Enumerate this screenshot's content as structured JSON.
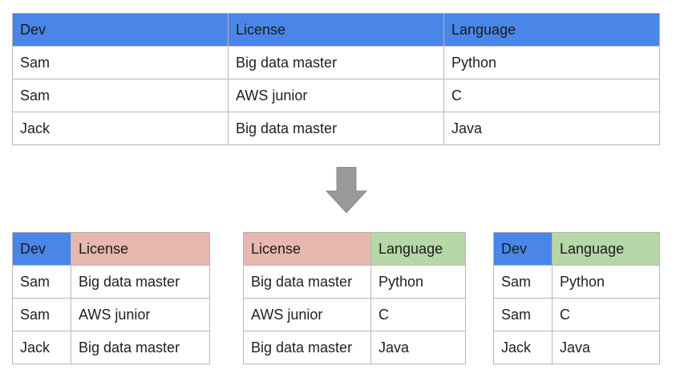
{
  "colors": {
    "header_blue": "#4a86e8",
    "header_red": "#e6b8af",
    "header_green": "#b6d7a8",
    "arrow_gray": "#999999",
    "grid": "#b7b7b7"
  },
  "arrow": {
    "icon": "down-arrow-icon"
  },
  "main_table": {
    "headers": [
      "Dev",
      "License",
      "Language"
    ],
    "rows": [
      [
        "Sam",
        "Big data master",
        "Python"
      ],
      [
        "Sam",
        "AWS junior",
        "C"
      ],
      [
        "Jack",
        "Big data master",
        "Java"
      ]
    ]
  },
  "dev_license_table": {
    "headers": [
      "Dev",
      "License"
    ],
    "rows": [
      [
        "Sam",
        "Big data master"
      ],
      [
        "Sam",
        "AWS junior"
      ],
      [
        "Jack",
        "Big data master"
      ]
    ]
  },
  "license_language_table": {
    "headers": [
      "License",
      "Language"
    ],
    "rows": [
      [
        "Big data master",
        "Python"
      ],
      [
        "AWS junior",
        "C"
      ],
      [
        "Big data master",
        "Java"
      ]
    ]
  },
  "dev_language_table": {
    "headers": [
      "Dev",
      "Language"
    ],
    "rows": [
      [
        "Sam",
        "Python"
      ],
      [
        "Sam",
        "C"
      ],
      [
        "Jack",
        "Java"
      ]
    ]
  }
}
